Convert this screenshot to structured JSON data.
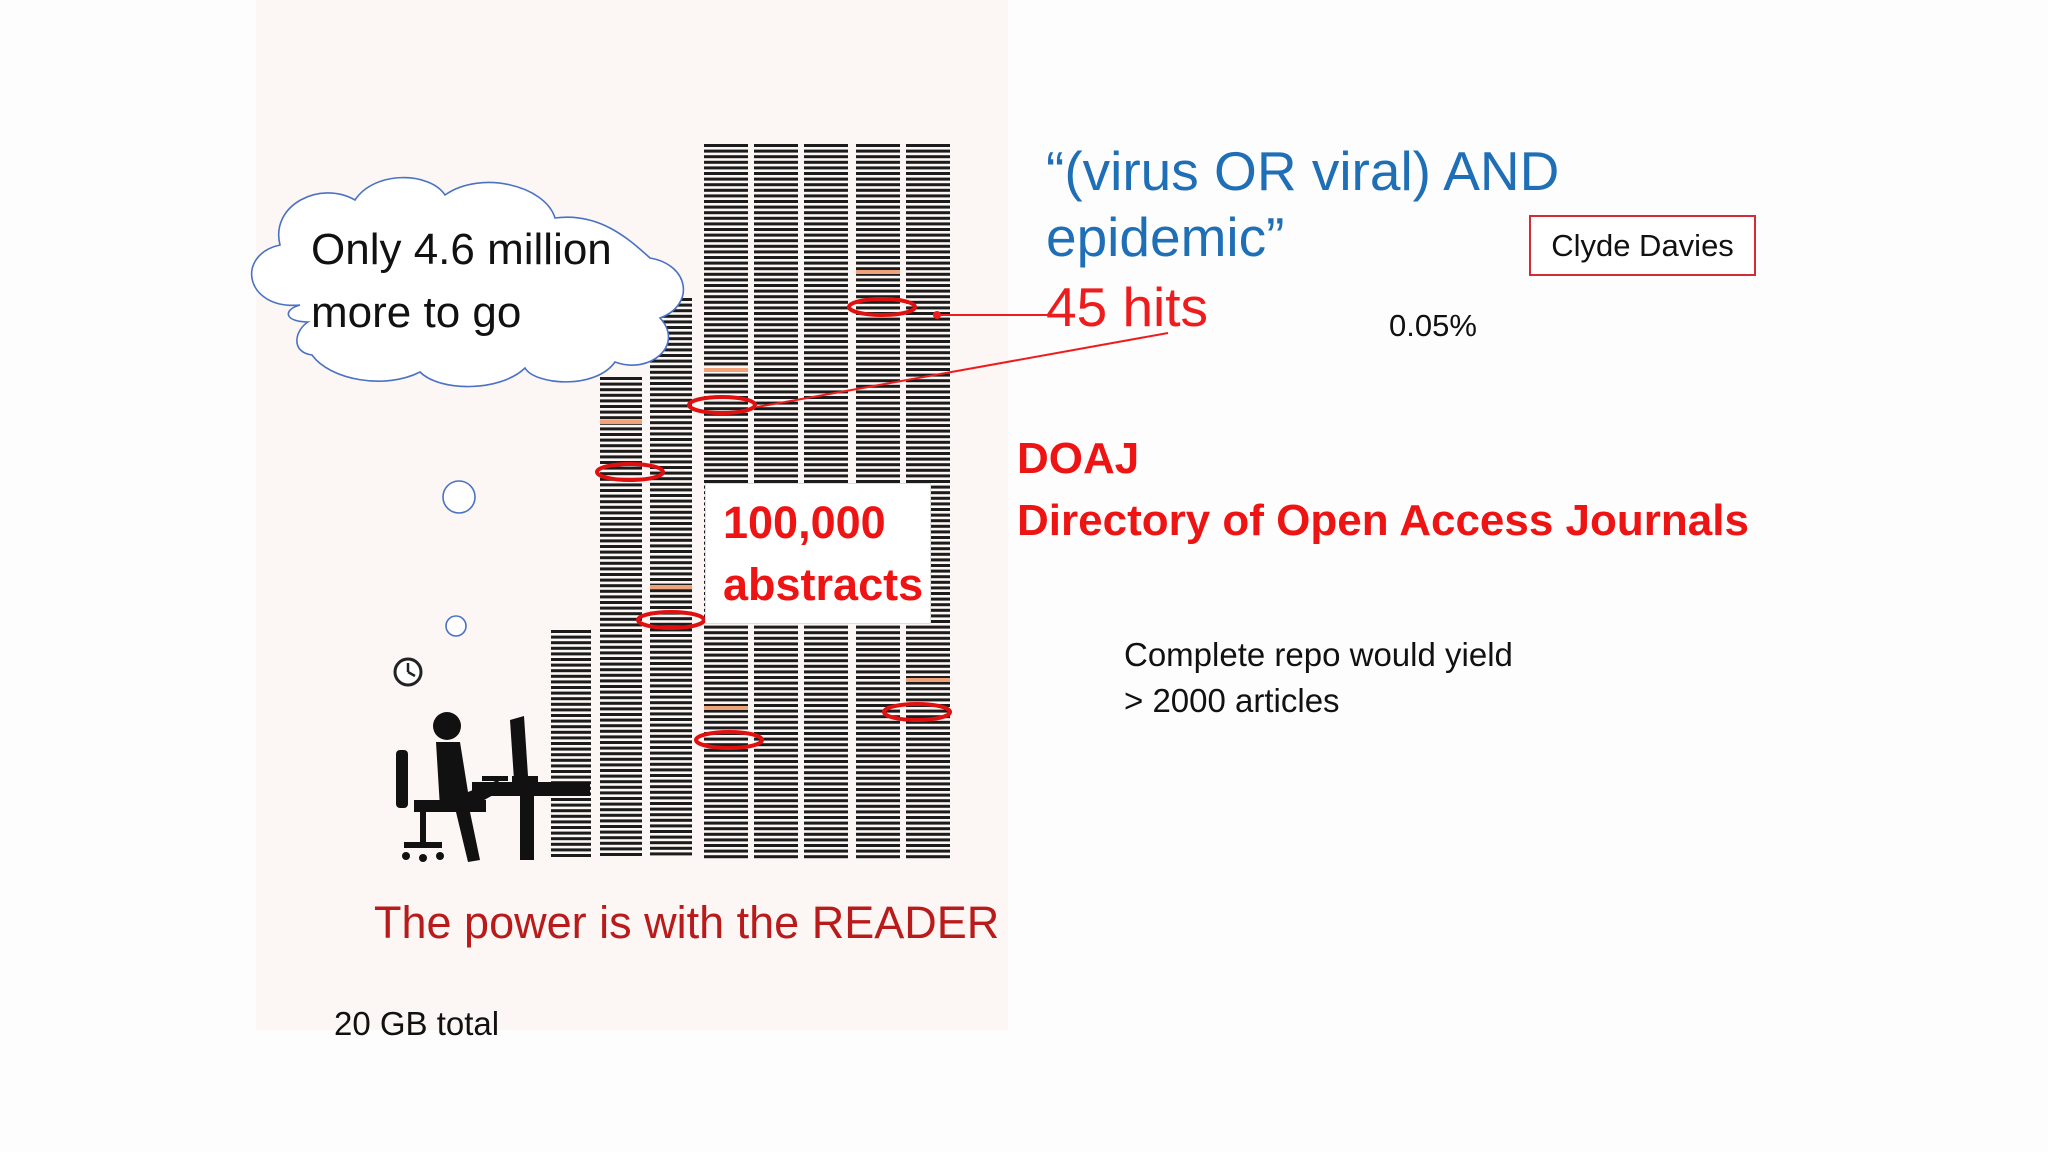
{
  "slide": {
    "query_line1": "“(virus OR viral) AND",
    "query_line2": "epidemic”",
    "hits": "45 hits",
    "thought_line1": "Only 4.6 million",
    "thought_line2": "more to go",
    "author": "Clyde Davies",
    "percent": "0.05%",
    "doaj_title": "DOAJ",
    "doaj_subtitle": "Directory of Open Access Journals",
    "count_line1": "100,000",
    "count_line2": "abstracts",
    "yield_line1": "Complete repo would yield",
    "yield_line2": "> 2000 articles",
    "power": "The power is with the READER",
    "size_total": "20 GB total"
  },
  "colors": {
    "query_blue": "#1f6fb6",
    "hit_red": "#ee1c1c",
    "highlight_orange": "#f0a27a",
    "power_red": "#b91b1b"
  },
  "icons": [
    "clock-icon",
    "person-at-desk-icon",
    "thought-cloud"
  ]
}
